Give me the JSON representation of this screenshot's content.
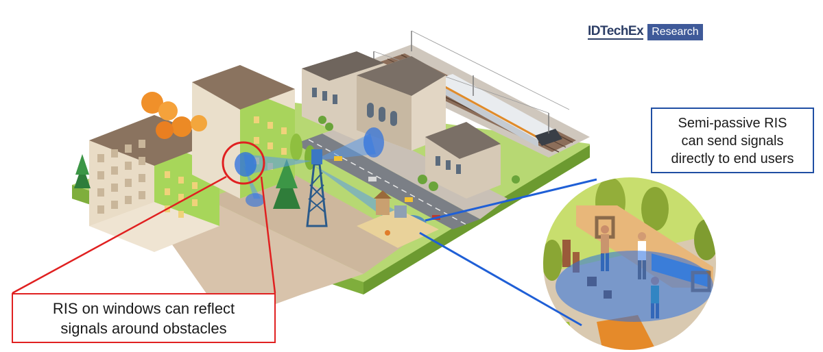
{
  "logo": {
    "brand": "IDTechEx",
    "badge": "Research"
  },
  "callouts": {
    "semi_passive": {
      "lines": [
        "Semi-passive RIS",
        "can send signals",
        "directly to end users"
      ],
      "color": "#1f4ea3"
    },
    "windows": {
      "lines": [
        "RIS on windows can reflect",
        "signals around obstacles"
      ],
      "color": "#e02020"
    }
  },
  "colors": {
    "signal_blue": "#1f5fd6",
    "highlight_red": "#e02020",
    "grass": "#a8d26b",
    "plaza": "#d9c4ad",
    "building": "#8a7560"
  }
}
